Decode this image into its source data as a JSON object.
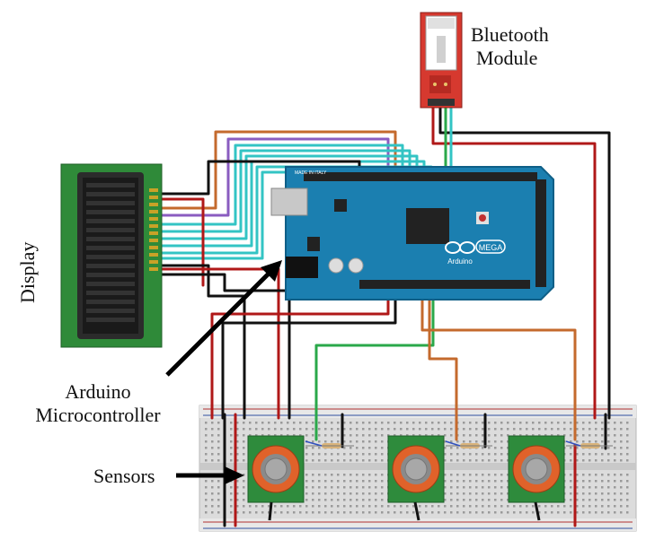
{
  "labels": {
    "bluetooth": [
      "Bluetooth",
      "Module"
    ],
    "display": "Display",
    "arduino": [
      "Arduino",
      "Microcontroller"
    ],
    "sensors": "Sensors"
  },
  "board": {
    "logo_text": "MEGA",
    "small_text": "Arduino",
    "header_text": "MADE IN ITALY"
  },
  "colors": {
    "board": "#1b7fb0",
    "board_edge": "#0f5f87",
    "lcd_pcb": "#2f8a39",
    "lcd_screen": "#1f1f1f",
    "bt_module": "#d6392f",
    "sensor_pcb": "#2e8b3c",
    "sensor_ring": "#e0622a",
    "breadboard": "#dadada",
    "wire_black": "#111111",
    "wire_red": "#b01818",
    "wire_cyan": "#33c4c4",
    "wire_green": "#2aa84a",
    "wire_brown": "#c46a2d",
    "wire_purple": "#8a5cc0"
  },
  "icons": {
    "arrow_arduino": "arrow-icon",
    "arrow_sensors": "arrow-icon"
  }
}
